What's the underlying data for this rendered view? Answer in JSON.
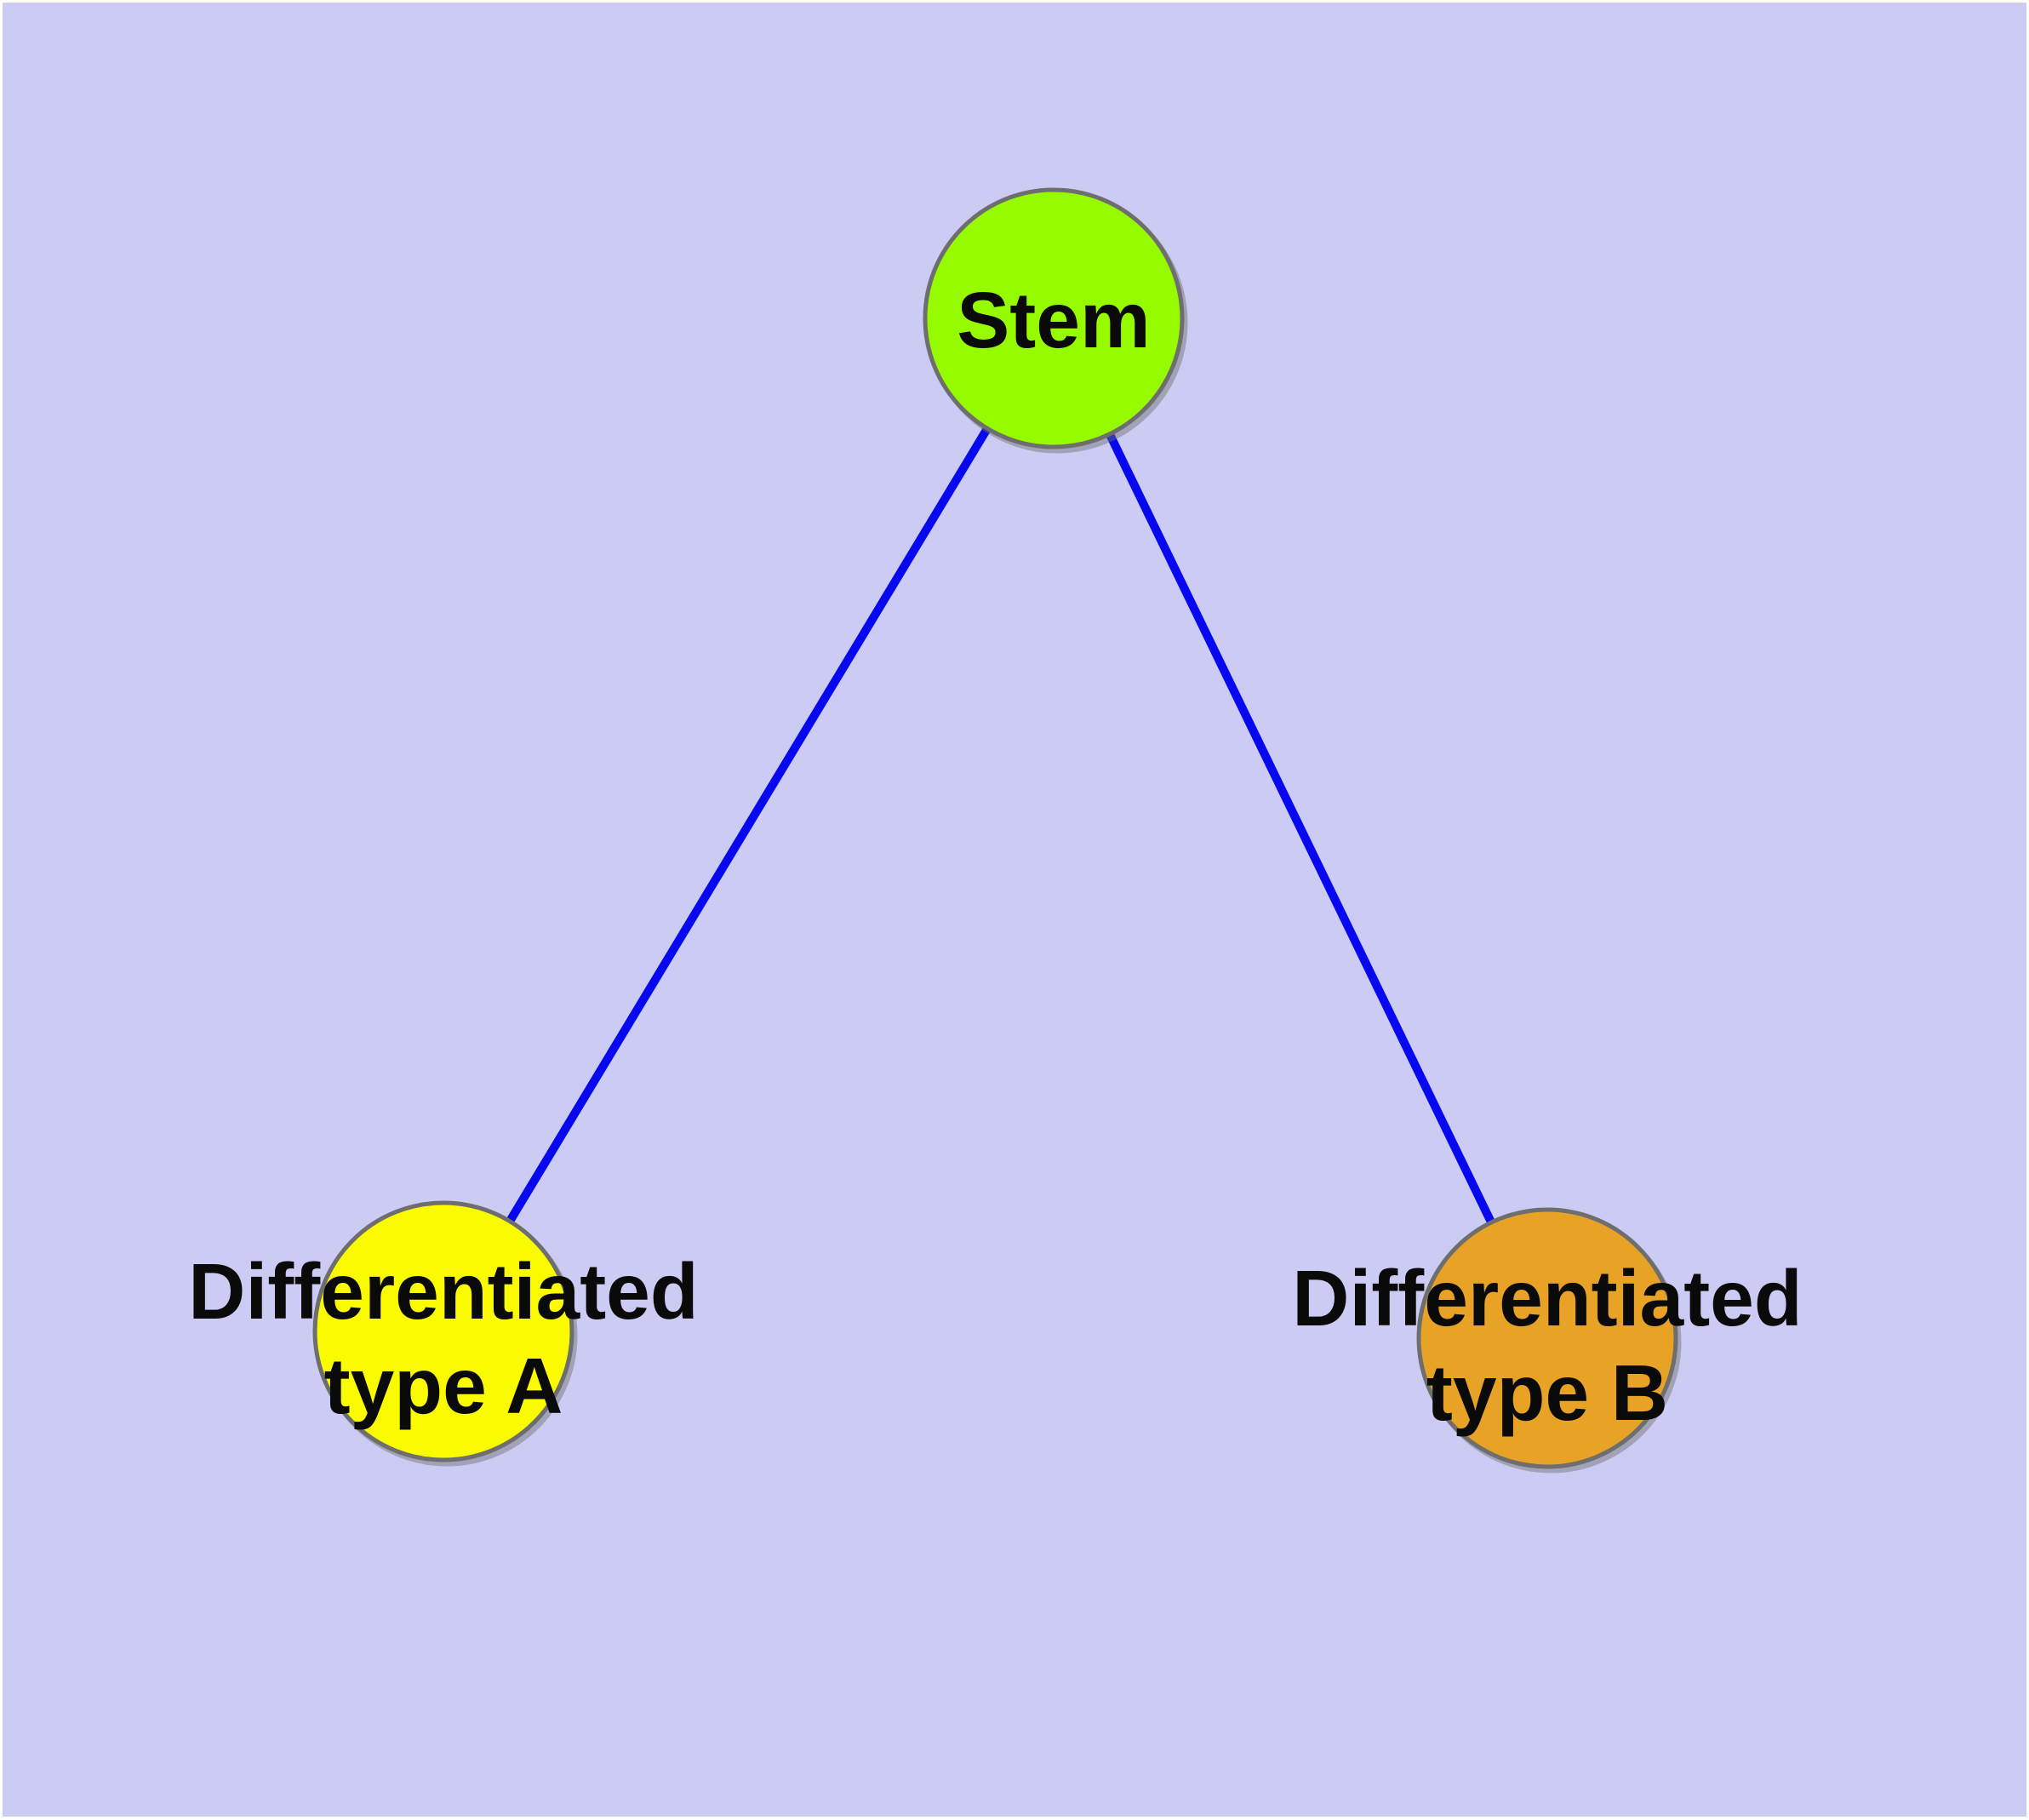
{
  "theme": {
    "frame_color": "#ffffff",
    "background_color": "#cbcbf3",
    "edge_color": "#0808f0",
    "node_border_color": "#6e6e6e",
    "text_color": "#0a0a0a"
  },
  "graph": {
    "nodes": {
      "stem": {
        "label": "Stem",
        "color": "#97fb00"
      },
      "type_a": {
        "label_line1": "Differentiated",
        "label_line2": "type A",
        "label_full": "Differentiated type A",
        "color": "#fbfb00"
      },
      "type_b": {
        "label_line1": "Differentiated",
        "label_line2": "type B",
        "label_full": "Differentiated type B",
        "color": "#e8a226"
      }
    },
    "edges": [
      {
        "from": "Stem",
        "to": "Differentiated type A"
      },
      {
        "from": "Stem",
        "to": "Differentiated type B"
      }
    ]
  }
}
